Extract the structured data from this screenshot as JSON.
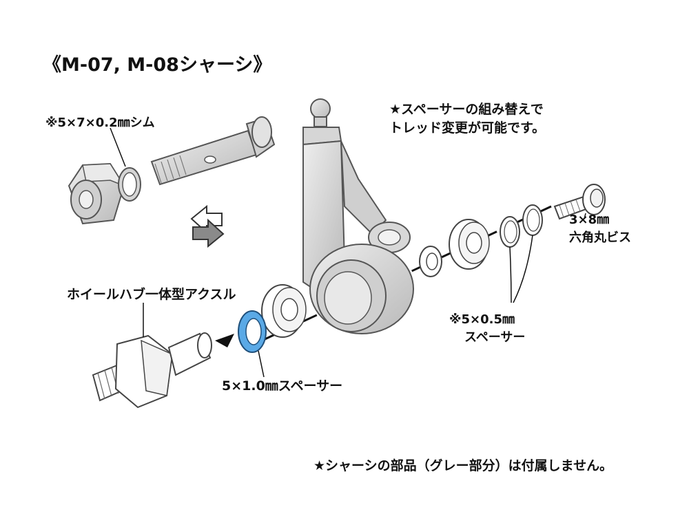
{
  "title": "《M-07, M-08シャーシ》",
  "labels": {
    "shim": "※5×7×0.2㎜シム",
    "tread_note_line1": "★スペーサーの組み替えで",
    "tread_note_line2": "トレッド変更が可能です。",
    "screw_line1": "3×8㎜",
    "screw_line2": "六角丸ビス",
    "hub_axle": "ホイールハブ一体型アクスル",
    "spacer_05_line1": "※5×0.5㎜",
    "spacer_05_line2": "スペーサー",
    "spacer_10": "5×1.0㎜スペーサー",
    "parts_note": "★シャーシの部品（グレー部分）は付属しません。"
  },
  "colors": {
    "gray_part": "#d9d9d9",
    "gray_stroke": "#555555",
    "blue_spacer": "#5aa9e6",
    "white_part": "#ffffff"
  }
}
